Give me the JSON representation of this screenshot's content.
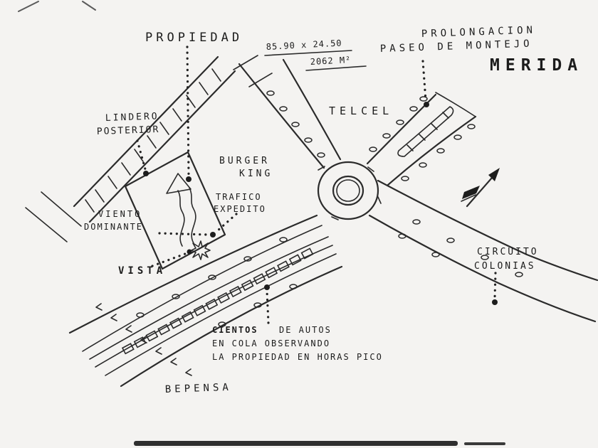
{
  "labels": {
    "propiedad": "PROPIEDAD",
    "dimensions_line1": "85.90 x 24.50",
    "dimensions_line2": "2062 M²",
    "prolongacion_line1": "PROLONGACION",
    "prolongacion_line2": "PASEO DE MONTEJO",
    "merida": "MERIDA",
    "telcel": "TELCEL",
    "lindero_line1": "LINDERO",
    "lindero_line2": "POSTERIOR",
    "burger_line1": "BURGER",
    "burger_line2": "KING",
    "trafico_line1": "TRAFICO",
    "trafico_line2": "EXPEDITO",
    "viento_line1": "VIENTO",
    "viento_line2": "DOMINANTE",
    "vista": "VISTA",
    "circuito_line1": "CIRCUITO",
    "circuito_line2": "COLONIAS",
    "cientos_line1_bold": "CIENTOS",
    "cientos_line1_rest": "DE AUTOS",
    "cientos_line2": "EN COLA OBSERVANDO",
    "cientos_line3": "LA PROPIEDAD EN HORAS PICO",
    "bepensa": "BEPENSA"
  },
  "colors": {
    "ink": "#2b2b2b",
    "paper": "#f4f3f1"
  }
}
